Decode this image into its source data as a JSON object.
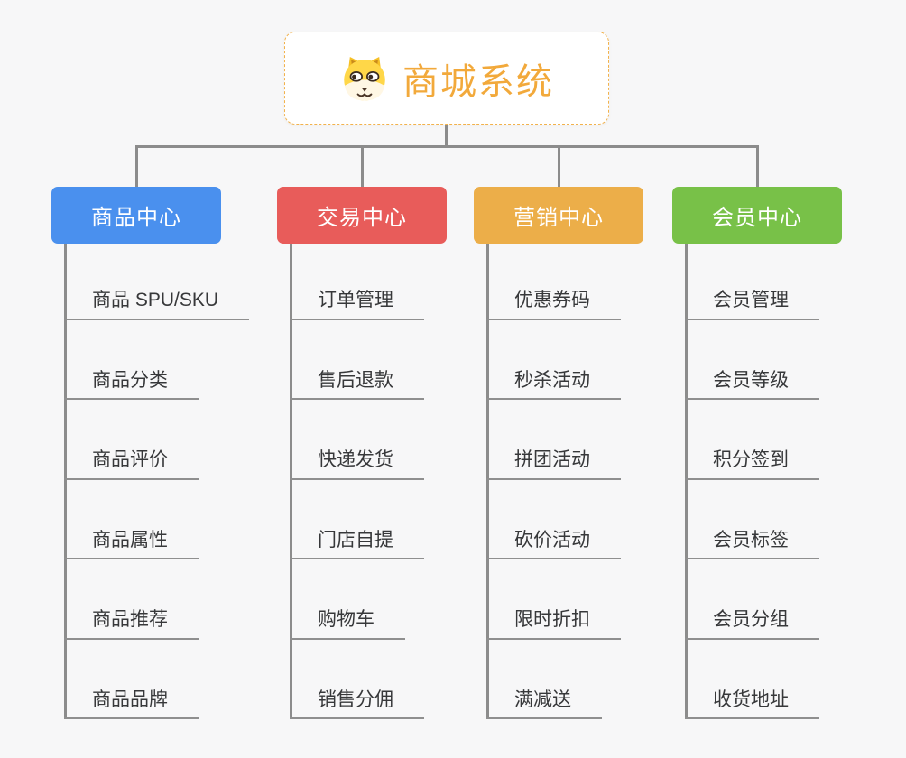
{
  "root": {
    "title": "商城系统",
    "icon": "dog-face-icon",
    "title_color": "#f2a93b",
    "border_color": "#f2b24c"
  },
  "connector_color": "#8c8c8c",
  "background_color": "#f7f7f8",
  "branches": [
    {
      "label": "商品中心",
      "color": "#4a90ee",
      "children": [
        "商品 SPU/SKU",
        "商品分类",
        "商品评价",
        "商品属性",
        "商品推荐",
        "商品品牌"
      ]
    },
    {
      "label": "交易中心",
      "color": "#e85c5a",
      "children": [
        "订单管理",
        "售后退款",
        "快递发货",
        "门店自提",
        "购物车",
        "销售分佣"
      ]
    },
    {
      "label": "营销中心",
      "color": "#ecae49",
      "children": [
        "优惠券码",
        "秒杀活动",
        "拼团活动",
        "砍价活动",
        "限时折扣",
        "满减送"
      ]
    },
    {
      "label": "会员中心",
      "color": "#78c148",
      "children": [
        "会员管理",
        "会员等级",
        "积分签到",
        "会员标签",
        "会员分组",
        "收货地址"
      ]
    }
  ]
}
